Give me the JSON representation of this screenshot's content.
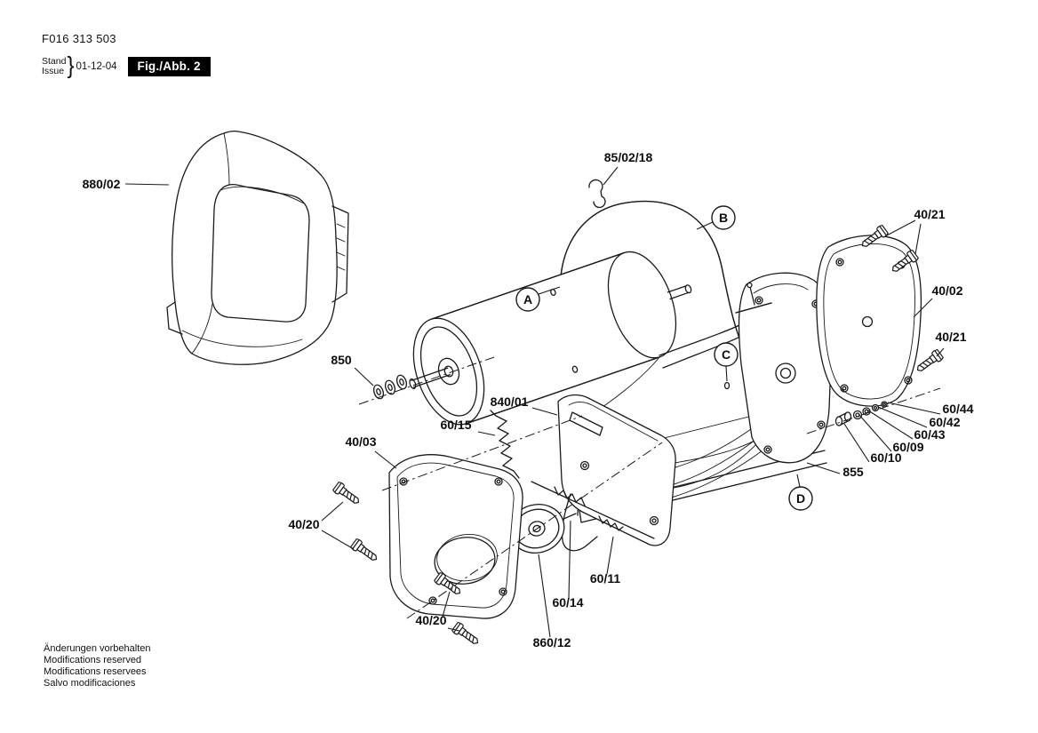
{
  "doc": {
    "number": "F016 313 503",
    "stand": "Stand",
    "issue": "Issue",
    "brace": "}",
    "date": "01-12-04",
    "figure": "Fig./Abb. 2"
  },
  "labels": {
    "p880_02": "880/02",
    "p85_02_18": "85/02/18",
    "p40_21_top": "40/21",
    "p40_02": "40/02",
    "p40_21_right": "40/21",
    "p850": "850",
    "p840_01": "840/01",
    "p60_15": "60/15",
    "p40_03": "40/03",
    "p40_20_upper": "40/20",
    "p40_20_lower": "40/20",
    "p60_44": "60/44",
    "p60_42": "60/42",
    "p60_43": "60/43",
    "p60_09": "60/09",
    "p60_10": "60/10",
    "p855": "855",
    "p60_11": "60/11",
    "p60_14": "60/14",
    "p860_12": "860/12"
  },
  "ref_letters": {
    "a": "A",
    "b": "B",
    "c": "C",
    "d": "D"
  },
  "footer": {
    "line1": "Änderungen vorbehalten",
    "line2": "Modifications reserved",
    "line3": "Modifications reservees",
    "line4": "Salvo modificaciones"
  }
}
